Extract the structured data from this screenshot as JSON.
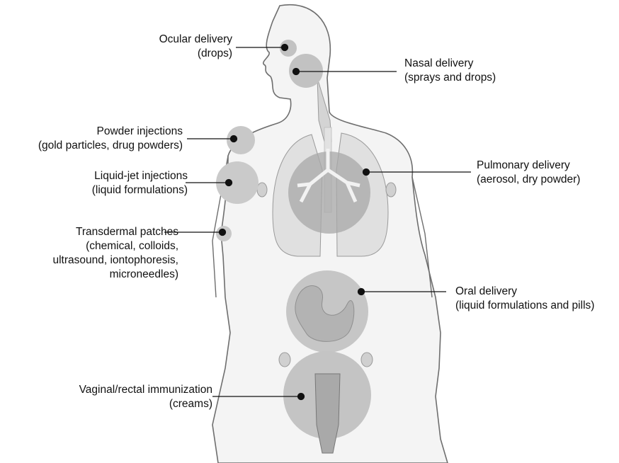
{
  "colors": {
    "body_outline": "#6e6e6e",
    "body_fill": "#f4f4f4",
    "organ_fill": "#b9b9b9",
    "site_circle": "#c8c8c8",
    "leader_line": "#111111"
  },
  "labels": {
    "ocular": {
      "title": "Ocular delivery",
      "detail": "(drops)"
    },
    "nasal": {
      "title": "Nasal delivery",
      "detail": "(sprays and drops)"
    },
    "powder": {
      "title": "Powder injections",
      "detail": "(gold particles, drug powders)"
    },
    "liquid_jet": {
      "title": "Liquid-jet injections",
      "detail": "(liquid formulations)"
    },
    "pulmonary": {
      "title": "Pulmonary delivery",
      "detail": "(aerosol, dry powder)"
    },
    "transdermal": {
      "title": "Transdermal patches",
      "detail_1": "(chemical, colloids,",
      "detail_2": "ultrasound, iontophoresis,",
      "detail_3": "microneedles)"
    },
    "oral": {
      "title": "Oral delivery",
      "detail": "(liquid formulations and pills)"
    },
    "vaginal": {
      "title": "Vaginal/rectal immunization",
      "detail": "(creams)"
    }
  }
}
